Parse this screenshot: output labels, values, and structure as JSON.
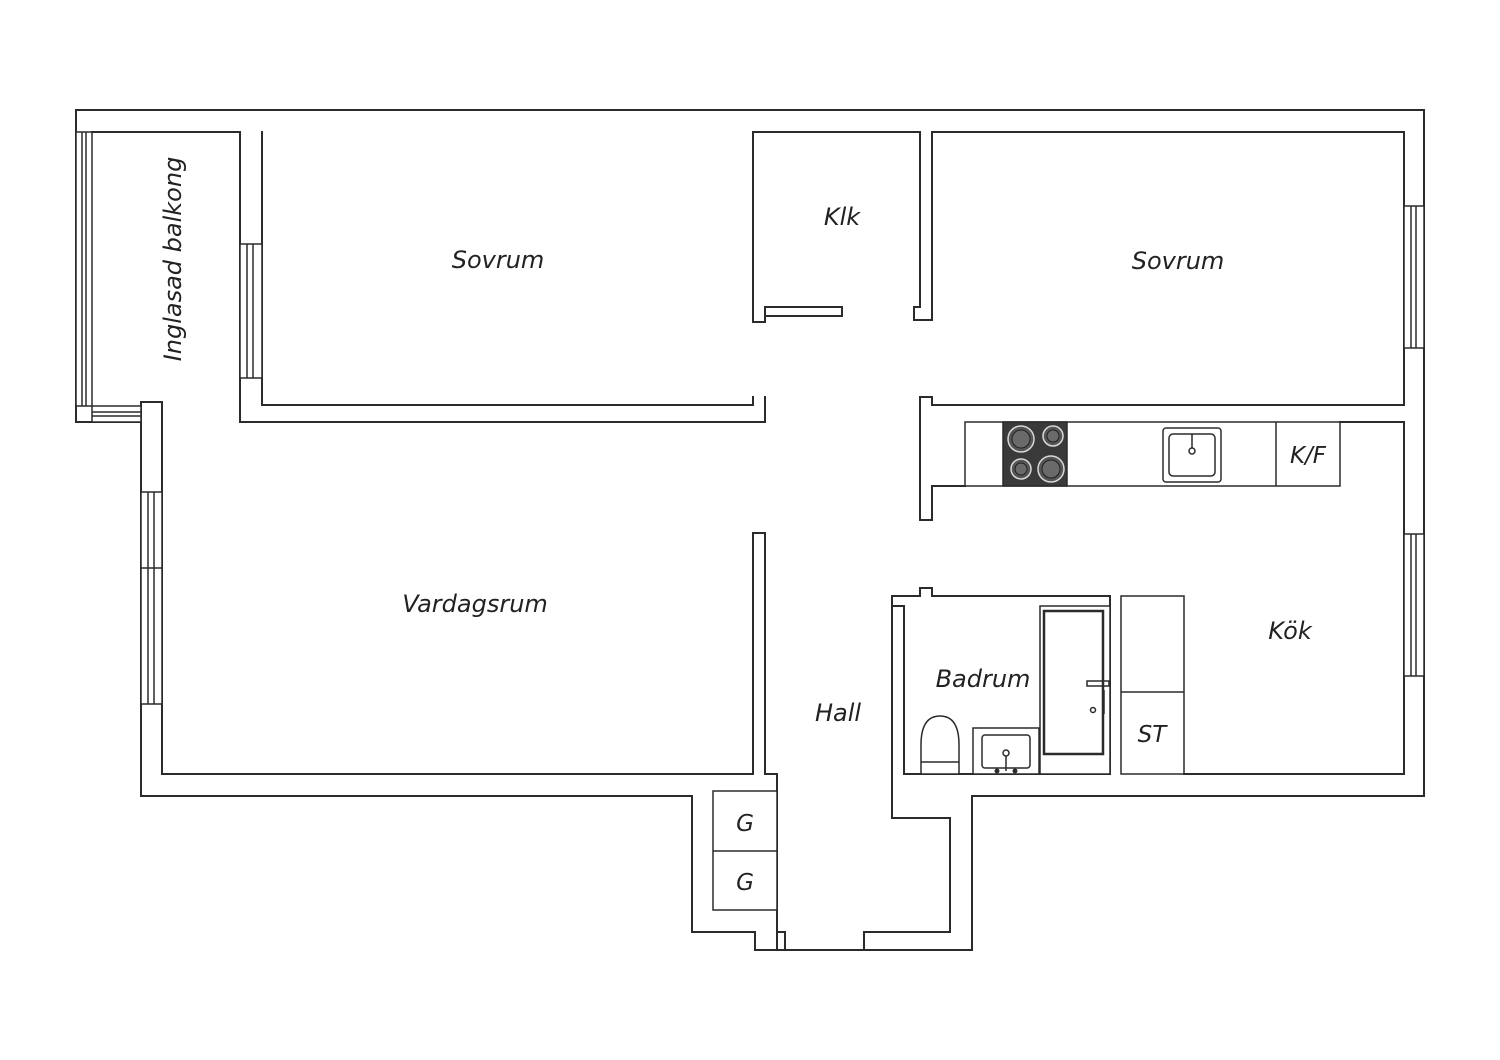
{
  "floorplan": {
    "rooms": {
      "balcony": "Inglasad balkong",
      "bedroom_left": "Sovrum",
      "closet": "Klk",
      "bedroom_right": "Sovrum",
      "fridge_freezer": "K/F",
      "living_room": "Vardagsrum",
      "kitchen": "Kök",
      "bathroom": "Badrum",
      "hall": "Hall",
      "storage": "ST",
      "wardrobe_1": "G",
      "wardrobe_2": "G"
    }
  }
}
